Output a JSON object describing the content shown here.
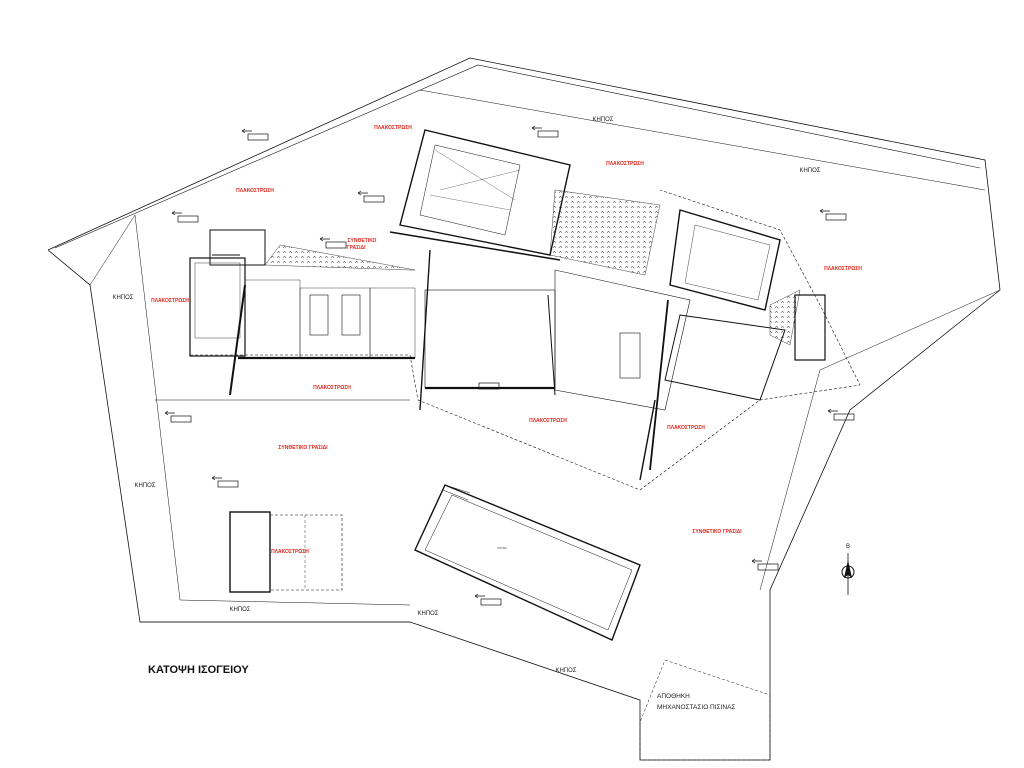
{
  "drawing": {
    "title": "ΚΑΤΟΨΗ ΙΣΟΓΕΙΟΥ",
    "north_label": "Β",
    "storage_line1": "ΑΠΟΘΗΚΗ",
    "storage_line2": "ΜΗΧΑΝΟΣΤΑΣΙΟ ΠΙΣΙΝΑΣ",
    "pool_label": "ΠΙΣΙΝΑ"
  },
  "labels": {
    "garden": "ΚΗΠΟΣ",
    "paving": "ΠΛΑΚΟΣΤΡΩΣΗ",
    "grass": "ΣΥΝΘΕΤΙΚΟ ΓΡΑΣΙΔΙ",
    "grass_split_1": "ΣΥΝΘΕΤΙΚΟ",
    "grass_split_2": "ΓΡΑΣΙΔΙ"
  },
  "colors": {
    "line": "#111111",
    "label_red": "#e0251b",
    "hatch": "#333333"
  }
}
